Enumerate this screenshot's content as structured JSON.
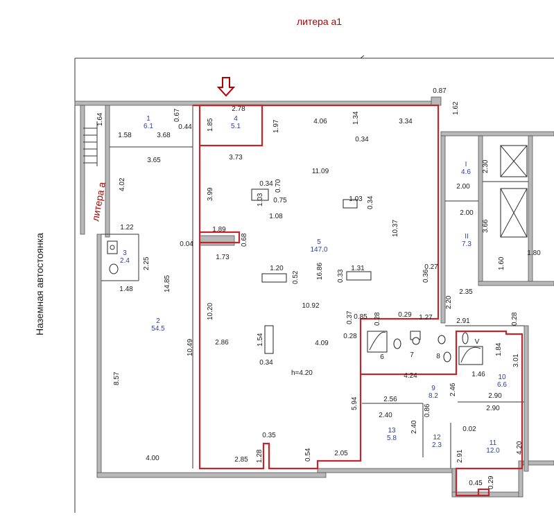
{
  "labels": {
    "litera_a1": "литера а1",
    "litera_a": "литера а",
    "parking": "Наземная автостоянка",
    "height": "h=4.20"
  },
  "rooms": [
    {
      "num": "1",
      "area": "6.1"
    },
    {
      "num": "2",
      "area": "54.5"
    },
    {
      "num": "3",
      "area": "2.4"
    },
    {
      "num": "4",
      "area": "5.1"
    },
    {
      "num": "5",
      "area": "147.0"
    },
    {
      "num": "6",
      "area": ""
    },
    {
      "num": "7",
      "area": ""
    },
    {
      "num": "8",
      "area": ""
    },
    {
      "num": "9",
      "area": "8.2"
    },
    {
      "num": "10",
      "area": "6.6"
    },
    {
      "num": "11",
      "area": "12.0"
    },
    {
      "num": "12",
      "area": "2.3"
    },
    {
      "num": "13",
      "area": "5.8"
    },
    {
      "num": "I",
      "area": "4.6"
    },
    {
      "num": "II",
      "area": "7.3"
    },
    {
      "num": "V",
      "area": ""
    }
  ],
  "dims": [
    "0.87",
    "2.78",
    "1.64",
    "0.67",
    "1.58",
    "3.68",
    "0.44",
    "1.85",
    "1.97",
    "4.06",
    "1.34",
    "3.34",
    "0.34",
    "1.62",
    "3.65",
    "3.73",
    "11.09",
    "4.02",
    "3.99",
    "0.34",
    "0.70",
    "1.03",
    "0.75",
    "1.08",
    "1.03",
    "0.34",
    "10.37",
    "2.30",
    "2.00",
    "2.00",
    "3.66",
    "1.22",
    "1.89",
    "0.68",
    "0.04",
    "1.73",
    "2.25",
    "1.48",
    "1.20",
    "0.52",
    "16.86",
    "0.33",
    "1.31",
    "0.27",
    "0.36",
    "14.85",
    "1.80",
    "1.60",
    "2.35",
    "2.20",
    "10.20",
    "10.92",
    "0.37",
    "0.85",
    "0.28",
    "0.29",
    "1.27",
    "2.91",
    "0.28",
    "0.28",
    "2.86",
    "1.54",
    "4.09",
    "1.84",
    "10.49",
    "3.01",
    "0.34",
    "4.24",
    "1.46",
    "8.57",
    "2.56",
    "2.46",
    "2.90",
    "5.94",
    "2.40",
    "0.86",
    "2.90",
    "2.40",
    "0.02",
    "0.35",
    "4.00",
    "2.85",
    "1.28",
    "0.54",
    "2.05",
    "2.91",
    "4.20",
    "0.45",
    "0.29"
  ]
}
